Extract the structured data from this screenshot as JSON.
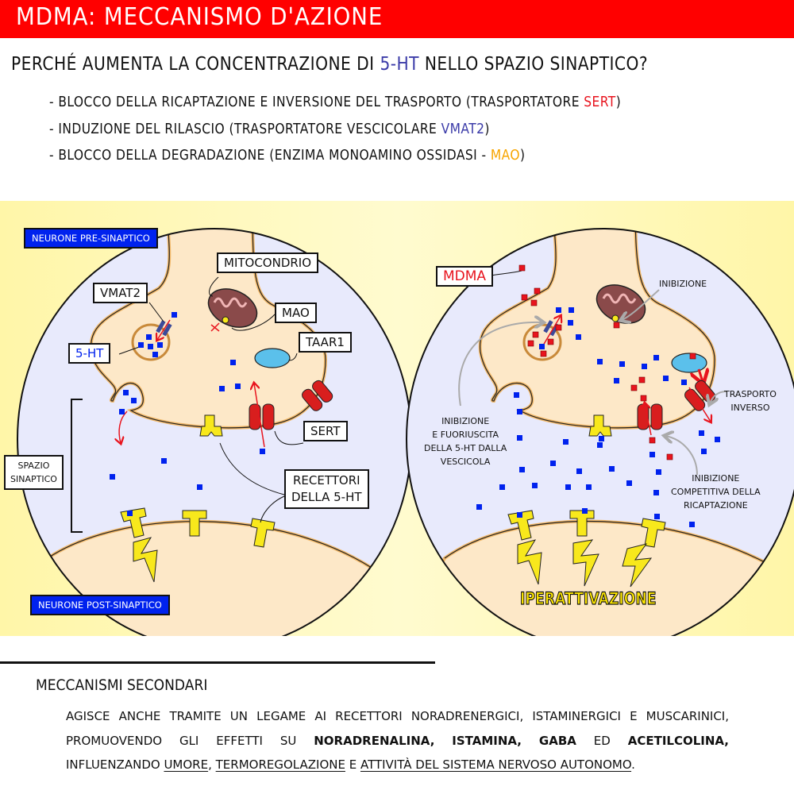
{
  "header": {
    "title": "MDMA: MECCANISMO D'AZIONE",
    "title_bg": "#ff0000"
  },
  "question": {
    "prefix": "PERCHÉ AUMENTA LA CONCENTRAZIONE DI ",
    "highlight": "5-HT",
    "suffix": " NELLO SPAZIO SINAPTICO?"
  },
  "reasons": [
    {
      "text": "- BLOCCO DELLA RICAPTAZIONE E INVERSIONE DEL TRASPORTO (TRASPORTATORE ",
      "highlight": "SERT",
      "end": ")",
      "color": "#e8141e"
    },
    {
      "text": "- INDUZIONE DEL RILASCIO (TRASPORTATORE VESCICOLARE ",
      "highlight": "VMAT2",
      "end": ")",
      "color": "#3b3ba8"
    },
    {
      "text": "- BLOCCO DELLA DEGRADAZIONE (ENZIMA MONOAMINO OSSIDASI - ",
      "highlight": "MAO",
      "end": ")",
      "color": "#f7a500"
    }
  ],
  "left_panel": {
    "pre_neuron": "NEURONE PRE-SINAPTICO",
    "post_neuron": "NEURONE POST-SINAPTICO",
    "labels": {
      "vmat2": "VMAT2",
      "mitocondrio": "MITOCONDRIO",
      "mao": "MAO",
      "taar1": "TAAR1",
      "serotonin": "5-HT",
      "sert": "SERT",
      "spazio": "SPAZIO",
      "sinaptico": "SINAPTICO",
      "recettori_1": "RECETTORI",
      "recettori_2": "DELLA 5-HT"
    }
  },
  "right_panel": {
    "mdma": "MDMA",
    "inibizione": "INIBIZIONE",
    "vesicle_note": [
      "INIBIZIONE",
      "E FUORIUSCITA",
      "DELLA 5-HT DALLA",
      "VESCICOLA"
    ],
    "reverse_note": [
      "TRASPORTO",
      "INVERSO"
    ],
    "reuptake_note": [
      "INIBIZIONE",
      "COMPETITIVA DELLA",
      "RICAPTAZIONE"
    ],
    "effect": "IPERATTIVAZIONE"
  },
  "legend_colors": {
    "serotonin": "#0022ee",
    "mdma": "#e8141e",
    "receptor": "#f8e81c",
    "sert": "#d81e1e",
    "taar1": "#5bc0eb",
    "synaptic_bg": "#e8eafc",
    "neuron": "#fde8c8"
  },
  "secondary": {
    "title": "MECCANISMI SECONDARI",
    "line1": "AGISCE ANCHE TRAMITE UN LEGAME AI RECETTORI NORADRENERGICI, ISTAMINERGICI E MUSCARINICI,",
    "line2_prefix": "PROMUOVENDO GLI EFFETTI SU ",
    "line2_bold": [
      "NORADRENALINA,",
      "ISTAMINA,",
      "GABA"
    ],
    "line2_ed": "ED",
    "line2_bold_end": "ACETILCOLINA,",
    "line3_prefix": "INFLUENZANDO ",
    "line3_u1": "UMORE",
    "line3_sep1": ", ",
    "line3_u2": "TERMOREGOLAZIONE",
    "line3_sep2": " E ",
    "line3_u3": "ATTIVITÀ DEL SISTEMA NERVOSO AUTONOMO",
    "line3_end": "."
  }
}
